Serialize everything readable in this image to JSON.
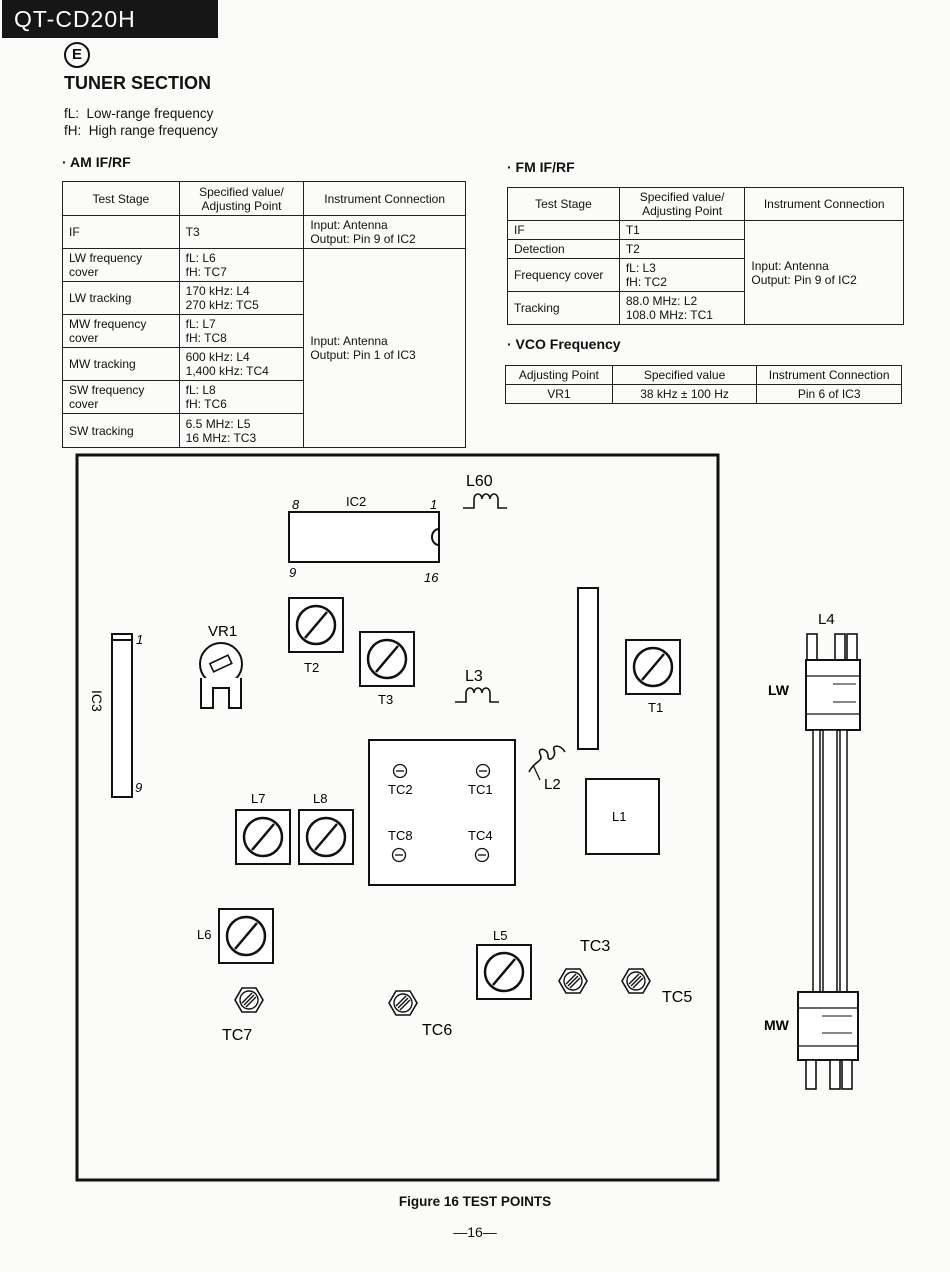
{
  "header": {
    "model": "QT-CD20H",
    "region_mark": "E"
  },
  "section_title": "TUNER SECTION",
  "legend": [
    {
      "key": "fL:",
      "text": "Low-range frequency"
    },
    {
      "key": "fH:",
      "text": "High range frequency"
    }
  ],
  "am": {
    "heading": "· AM IF/RF",
    "headers": [
      "Test Stage",
      [
        "Specified value/",
        "Adjusting Point"
      ],
      "Instrument Connection"
    ],
    "rows": [
      {
        "stage": [
          "IF"
        ],
        "value": [
          "T3"
        ]
      },
      {
        "stage": [
          "LW frequency",
          "cover"
        ],
        "value": [
          "fL: L6",
          "fH: TC7"
        ]
      },
      {
        "stage": [
          "LW tracking"
        ],
        "value": [
          "170 kHz: L4",
          "270 kHz: TC5"
        ]
      },
      {
        "stage": [
          "MW frequency",
          "cover"
        ],
        "value": [
          "fL: L7",
          "fH: TC8"
        ]
      },
      {
        "stage": [
          "MW tracking"
        ],
        "value": [
          "600 kHz: L4",
          "1,400 kHz: TC4"
        ]
      },
      {
        "stage": [
          "SW frequency",
          "cover"
        ],
        "value": [
          "fL: L8",
          "fH: TC6"
        ]
      },
      {
        "stage": [
          "SW tracking"
        ],
        "value": [
          "6.5 MHz: L5",
          "16 MHz: TC3"
        ]
      }
    ],
    "conn_if": [
      "Input: Antenna",
      "Output: Pin 9 of IC2"
    ],
    "conn_rest": [
      "Input: Antenna",
      "Output: Pin 1 of IC3"
    ]
  },
  "fm": {
    "heading": "· FM IF/RF",
    "headers": [
      "Test Stage",
      [
        "Specified value/",
        "Adjusting Point"
      ],
      "Instrument Connection"
    ],
    "rows": [
      {
        "stage": [
          "IF"
        ],
        "value": [
          "T1"
        ]
      },
      {
        "stage": [
          "Detection"
        ],
        "value": [
          "T2"
        ]
      },
      {
        "stage": [
          "Frequency cover"
        ],
        "value": [
          "fL: L3",
          "fH: TC2"
        ]
      },
      {
        "stage": [
          "Tracking"
        ],
        "value": [
          "88.0 MHz: L2",
          "108.0 MHz: TC1"
        ]
      }
    ],
    "conn": [
      "Input: Antenna",
      "Output: Pin 9 of IC2"
    ]
  },
  "vco": {
    "heading": "· VCO Frequency",
    "headers": [
      "Adjusting Point",
      "Specified value",
      "Instrument Connection"
    ],
    "row": [
      "VR1",
      "38 kHz ± 100 Hz",
      "Pin 6 of IC3"
    ]
  },
  "diagram": {
    "ic2": "IC2",
    "ic2_pin_top_left": "8",
    "ic2_pin_top_right": "1",
    "ic2_pin_bottom_left": "9",
    "ic2_pin_bottom_right": "16",
    "ic3": "IC3",
    "ic3_pin_top": "1",
    "ic3_pin_bottom": "9",
    "vr1": "VR1",
    "t1": "T1",
    "t2": "T2",
    "t3": "T3",
    "l1": "L1",
    "l2": "L2",
    "l3": "L3",
    "l5": "L5",
    "l6": "L6",
    "l7": "L7",
    "l8": "L8",
    "l60": "L60",
    "tc1": "TC1",
    "tc2": "TC2",
    "tc3": "TC3",
    "tc4": "TC4",
    "tc5": "TC5",
    "tc6": "TC6",
    "tc7": "TC7",
    "tc8": "TC8",
    "l4": "L4",
    "lw": "LW",
    "mw": "MW"
  },
  "caption": "Figure 16 TEST POINTS",
  "page_number": "—16—"
}
